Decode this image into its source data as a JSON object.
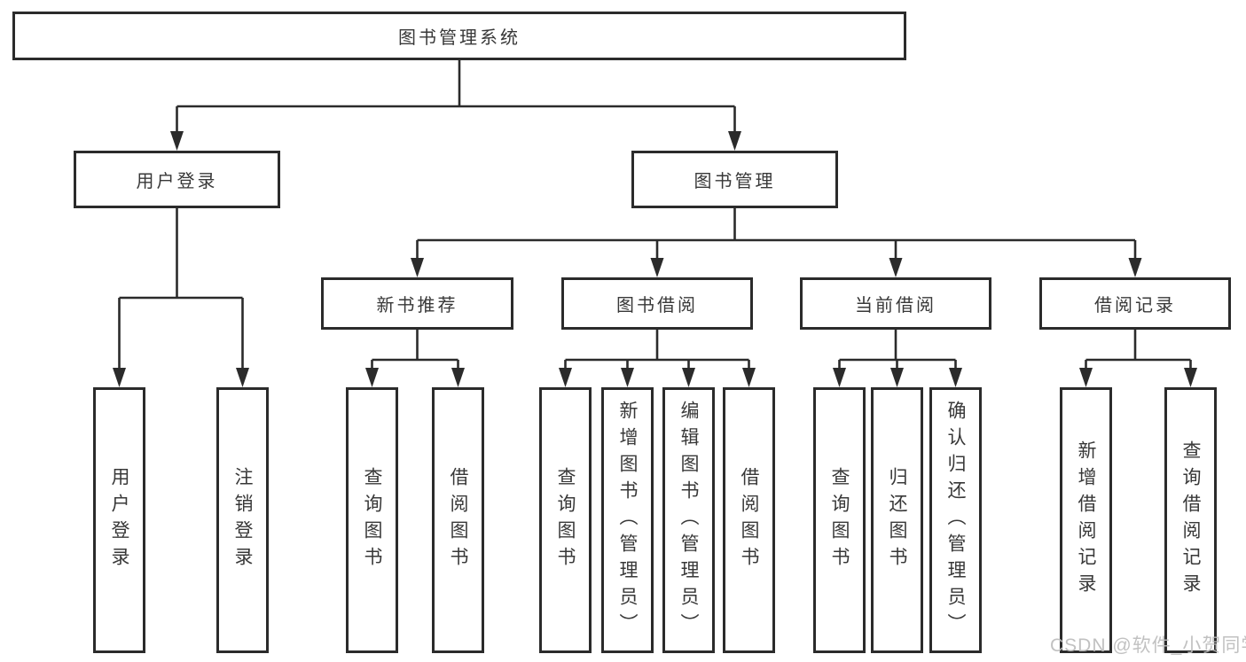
{
  "diagram": {
    "type": "tree",
    "root": {
      "label": "图书管理系统",
      "children": [
        {
          "label": "用户登录",
          "children": [
            {
              "label": "用户登录"
            },
            {
              "label": "注销登录"
            }
          ]
        },
        {
          "label": "图书管理",
          "children": [
            {
              "label": "新书推荐",
              "children": [
                {
                  "label": "查询图书"
                },
                {
                  "label": "借阅图书"
                }
              ]
            },
            {
              "label": "图书借阅",
              "children": [
                {
                  "label": "查询图书"
                },
                {
                  "label": "新增图书（管理员）"
                },
                {
                  "label": "编辑图书（管理员）"
                },
                {
                  "label": "借阅图书"
                }
              ]
            },
            {
              "label": "当前借阅",
              "children": [
                {
                  "label": "查询图书"
                },
                {
                  "label": "归还图书"
                },
                {
                  "label": "确认归还（管理员）"
                }
              ]
            },
            {
              "label": "借阅记录",
              "children": [
                {
                  "label": "新增借阅记录"
                },
                {
                  "label": "查询借阅记录"
                }
              ]
            }
          ]
        }
      ]
    },
    "watermark": "CSDN @软件_小贺同学",
    "colors": {
      "line": "#2b2b2b",
      "box_border": "#2b2b2b",
      "box_fill": "#ffffff",
      "text": "#383838",
      "watermark": "#bcbcbc"
    }
  }
}
